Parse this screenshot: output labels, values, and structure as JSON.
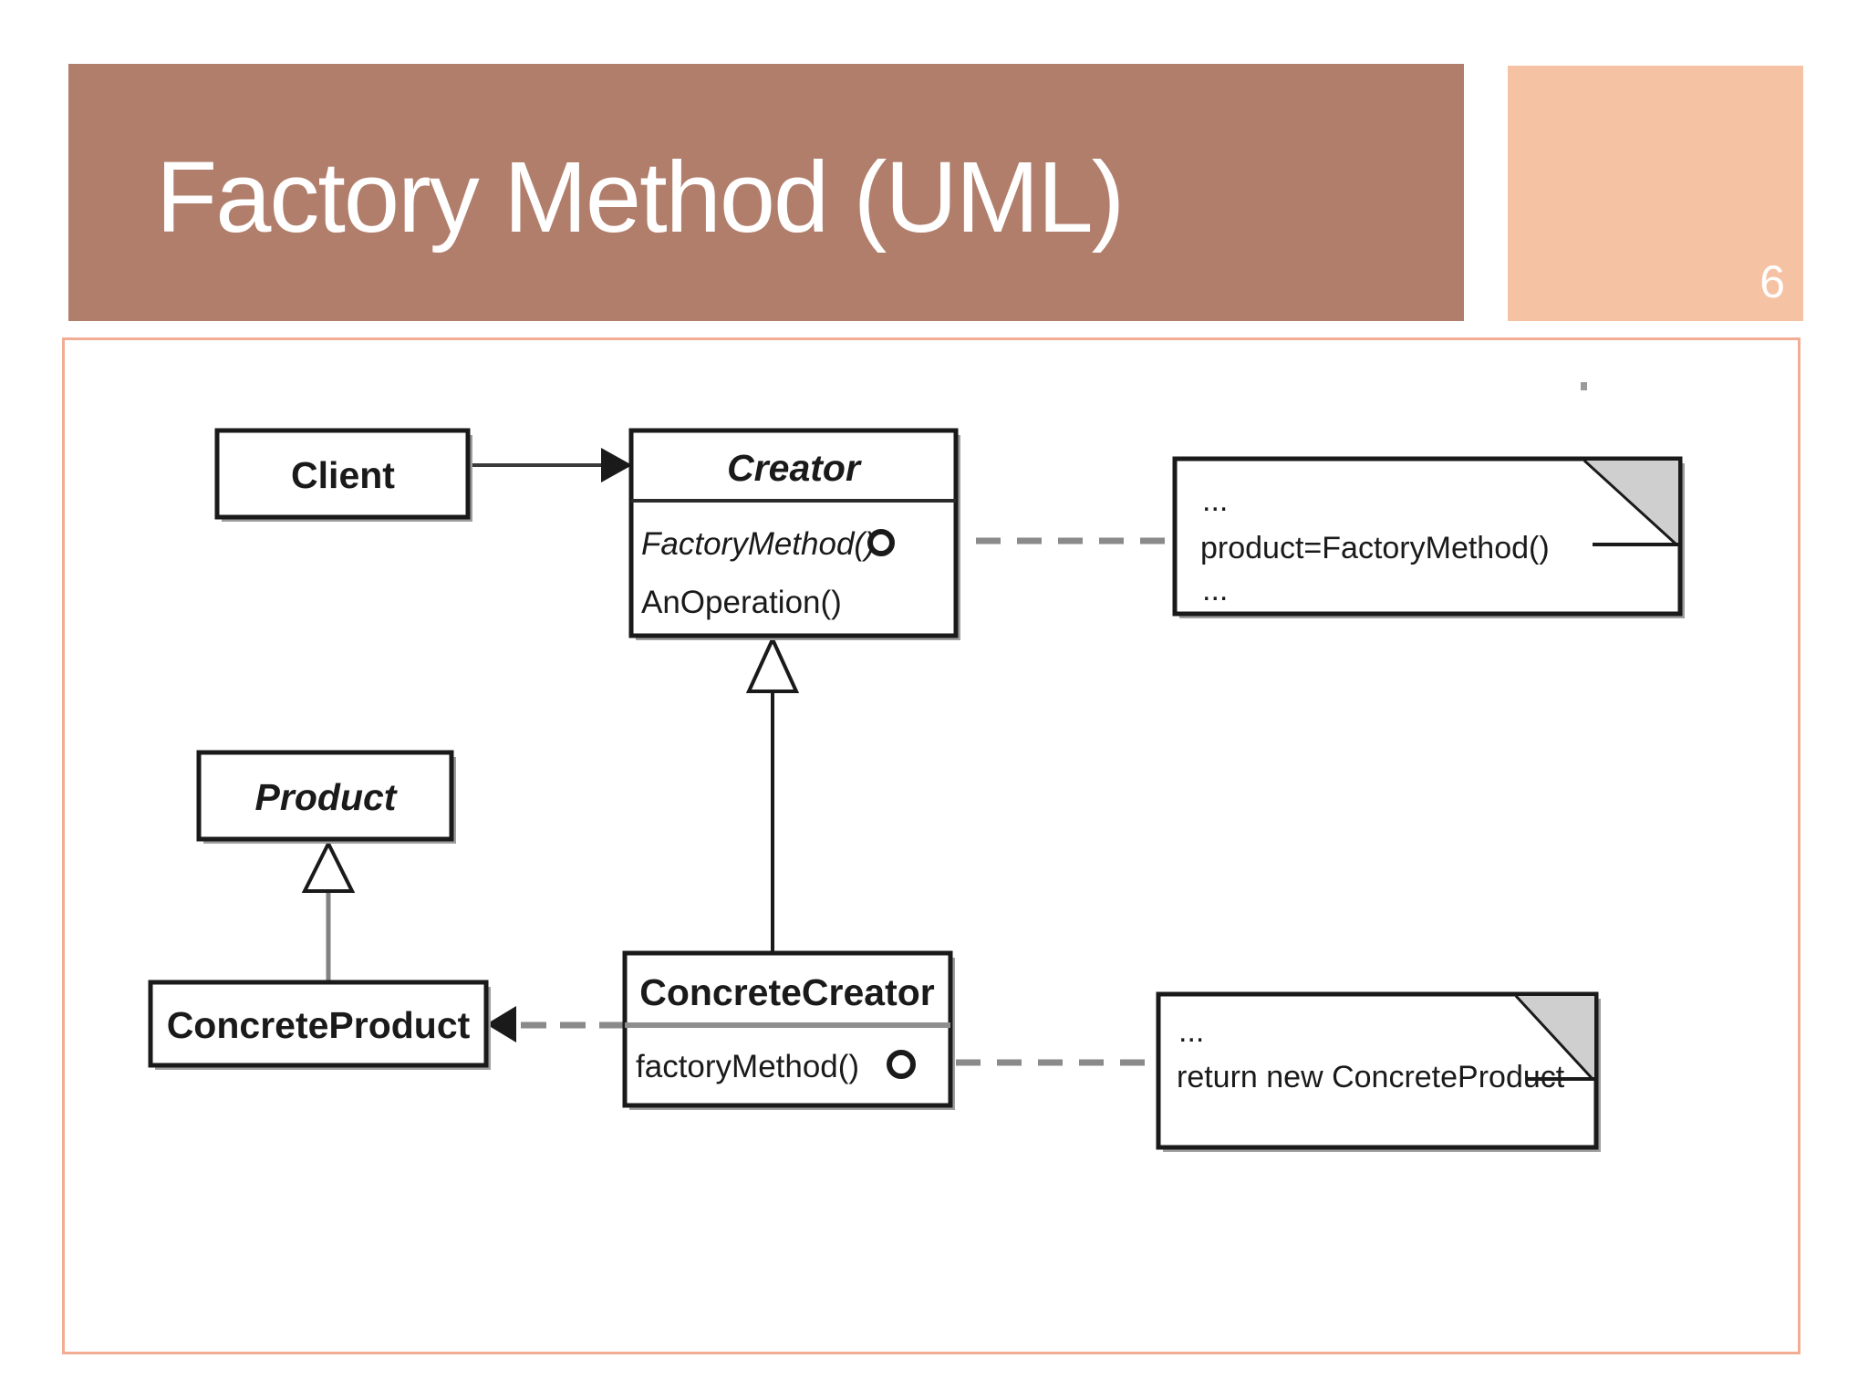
{
  "slide": {
    "title": "Factory Method (UML)",
    "page_number": "6"
  },
  "colors": {
    "header_bar": "#b17e6c",
    "page_tab": "#f6c2a4",
    "content_border": "#f2ad94",
    "box_stroke": "#1a1a1a",
    "dashed_line": "#8a8a8a",
    "note_fold_fill": "#cfcfcf"
  },
  "diagram": {
    "client": {
      "name": "Client"
    },
    "creator": {
      "name": "Creator",
      "method1": "FactoryMethod()",
      "method2": "AnOperation()"
    },
    "product": {
      "name": "Product"
    },
    "concrete_product": {
      "name": "ConcreteProduct"
    },
    "concrete_creator": {
      "name": "ConcreteCreator",
      "method1": "factoryMethod()"
    },
    "creator_note": {
      "line1": "...",
      "line2": "product=FactoryMethod()",
      "line3": "..."
    },
    "concrete_creator_note": {
      "line1": "...",
      "line2": "return new ConcreteProduct"
    }
  }
}
